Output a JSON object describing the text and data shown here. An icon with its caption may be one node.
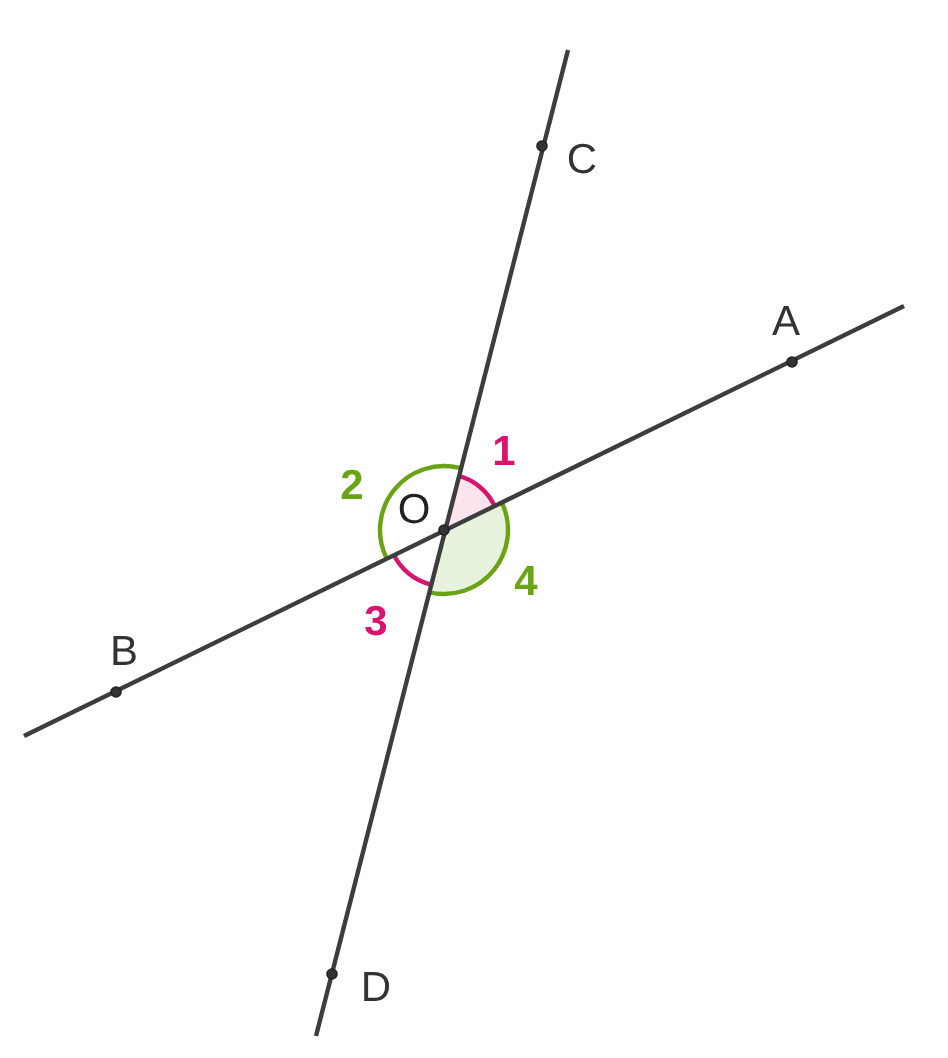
{
  "diagram": {
    "labels": [
      "C",
      "A",
      "1",
      "2",
      "O",
      "4",
      "B",
      "3",
      "D"
    ]
  }
}
